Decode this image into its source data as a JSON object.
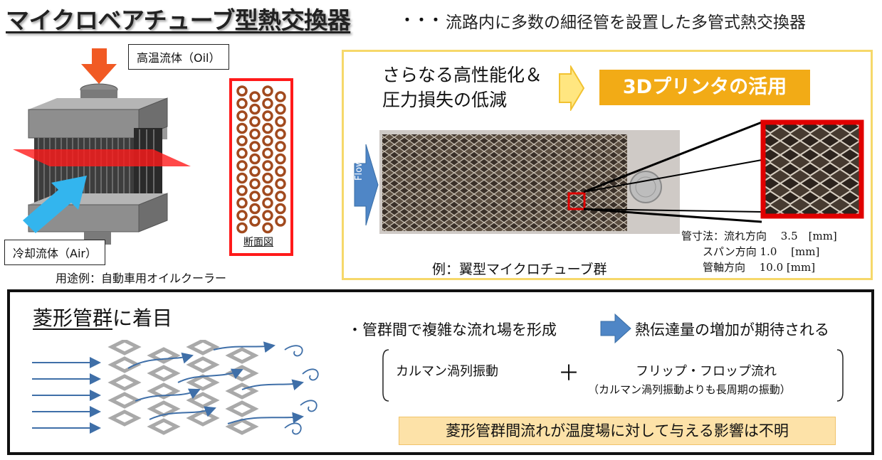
{
  "title": "マイクロベアチューブ型熱交換器",
  "title_dots": "・・・",
  "subtitle": "流路内に多数の細径管を設置した多管式熱交換器",
  "left": {
    "hot_fluid_label": "高温流体（Oil）",
    "cooling_fluid_label": "冷却流体（Air）",
    "cross_section_label": "断面図",
    "usage_example": "用途例：自動車用オイルクーラー"
  },
  "top_right": {
    "goal_line1": "さらなる高性能化＆",
    "goal_line2": "圧力損失の低減",
    "cta": "3Dプリンタの活用",
    "flow_label": "Flow",
    "photo_caption": "例：翼型マイクロチューブ群",
    "dimensions_text": "管寸法：流れ方向　 3.5　[mm]\n　　スパン方向 1.0　 [mm]\n　　管軸方向　 10.0 [mm]"
  },
  "bottom": {
    "focus_underlined": "菱形管群",
    "focus_rest": "に着目",
    "point": "・管群間で複雑な流れ場を形成",
    "point_result": "熱伝達量の増加が期待される",
    "karman": "カルマン渦列振動",
    "plus": "＋",
    "flipflop": "フリップ・フロップ流れ",
    "flipflop_note": "（カルマン渦列振動よりも長周期の振動）",
    "conclusion": "菱形管群間流れが温度場に対して与える影響は不明"
  },
  "colors": {
    "hot_arrow": "#f15a24",
    "cool_arrow": "#33b5ee",
    "section_plane": "#ff1a1a",
    "tube_ring": "#a14a1e",
    "cta_bg": "#f2ab16",
    "yellow_border": "#f6d86a",
    "blue_arrow": "#4f86c6",
    "conclusion_bg": "#fde2a8"
  }
}
